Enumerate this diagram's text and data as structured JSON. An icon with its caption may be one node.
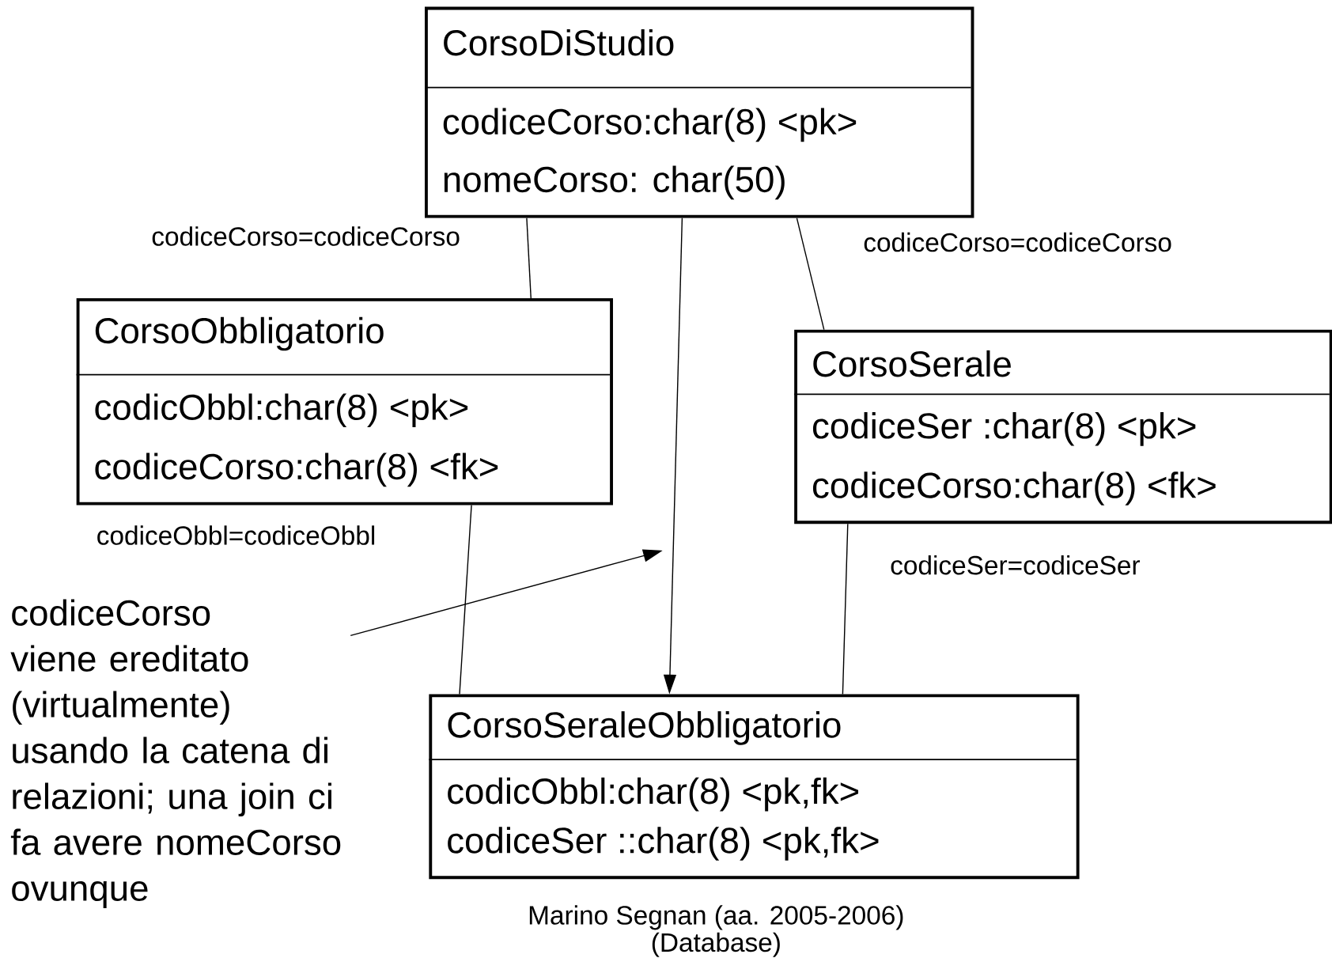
{
  "diagram": {
    "nodes": [
      {
        "text": [
          "CorsoDiStudio",
          "codiceCorso:char(8) <pk>",
          "nomeCorso: char(50)"
        ]
      },
      {
        "text": [
          "CorsoObbligatorio",
          "codicObbl:char(8) <pk>",
          "codiceCorso:char(8) <fk>"
        ]
      },
      {
        "text": [
          "CorsoSerale",
          "codiceSer :char(8) <pk>",
          "codiceCorso:char(8) <fk>"
        ]
      },
      {
        "text": [
          "CorsoSeraleObbligatorio",
          "codicObbl:char(8) <pk,fk>",
          "codiceSer ::char(8) <pk,fk>"
        ]
      },
      {
        "text": [
          "codiceCorso viene ereditato (virtualmente) usando la catena di relazioni; una join ci fa avere nomeCorso ovunque"
        ]
      }
    ],
    "edges": [
      {
        "from": 0,
        "to": 1,
        "arrow": "none",
        "label": "codiceCorso=codiceCorso"
      },
      {
        "from": 0,
        "to": 2,
        "arrow": "none",
        "label": "codiceCorso=codiceCorso"
      },
      {
        "from": 0,
        "to": 3,
        "arrow": "to"
      },
      {
        "from": 1,
        "to": 3,
        "arrow": "none",
        "label": "codiceObbl=codiceObbl"
      },
      {
        "from": 2,
        "to": 3,
        "arrow": "none",
        "label": "codiceSer=codiceSer"
      },
      {
        "from": 4,
        "to": null,
        "arrow": "to"
      }
    ],
    "labels": [
      "Marino Segnan  (aa.  2005-2006)",
      "(Database)"
    ]
  }
}
